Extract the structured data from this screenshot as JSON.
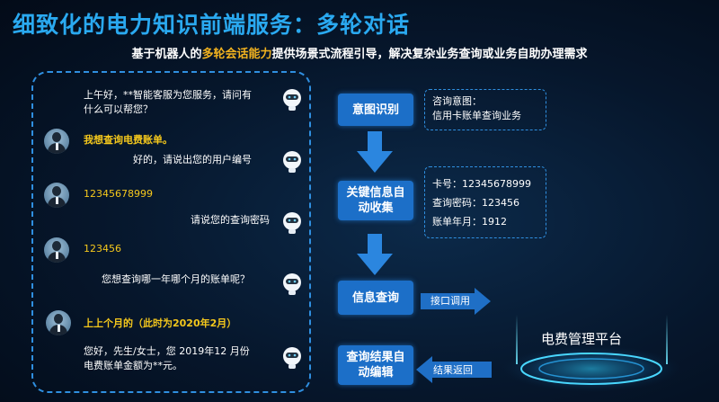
{
  "title": "细致化的电力知识前端服务：多轮对话",
  "subtitle": {
    "before": "基于机器人的",
    "highlight": "多轮会话能力",
    "after": "提供场景式流程引导，解决复杂业务查询或业务自助办理需求"
  },
  "chat": [
    {
      "role": "bot",
      "lines": [
        "上午好，**智能客服为您服务，请问有",
        "什么可以帮您？"
      ]
    },
    {
      "role": "user",
      "lines": [
        "我想查询电费账单。"
      ]
    },
    {
      "role": "bot",
      "lines": [
        "好的，请说出您的用户编号"
      ]
    },
    {
      "role": "user",
      "lines": [
        "12345678999"
      ]
    },
    {
      "role": "bot",
      "lines": [
        "请说您的查询密码"
      ]
    },
    {
      "role": "user",
      "lines": [
        "123456"
      ]
    },
    {
      "role": "bot",
      "lines": [
        "您想查询哪一年哪个月的账单呢？"
      ]
    },
    {
      "role": "user",
      "lines": [
        "上上个月的（此时为2020年2月）"
      ]
    },
    {
      "role": "bot",
      "lines": [
        "您好，先生/女士，您 2019年12 月份",
        "电费账单金额为**元。"
      ]
    }
  ],
  "flow": {
    "steps": [
      {
        "label": "意图识别"
      },
      {
        "label": "关键信息自\n动收集"
      },
      {
        "label": "信息查询"
      },
      {
        "label": "查询结果自\n动编辑"
      }
    ],
    "intent_box": [
      "咨询意图：",
      "信用卡账单查询业务"
    ],
    "keyinfo_box": [
      "卡号：12345678999",
      "查询密码：123456",
      "账单年月：1912"
    ],
    "api_call_label": "接口调用",
    "result_return_label": "结果返回",
    "platform_label": "电费管理平台"
  },
  "colors": {
    "title": "#2aa9f0",
    "highlight": "#f2b21f",
    "user_text": "#f5c81c",
    "accent_blue": "#1c6fc8"
  }
}
